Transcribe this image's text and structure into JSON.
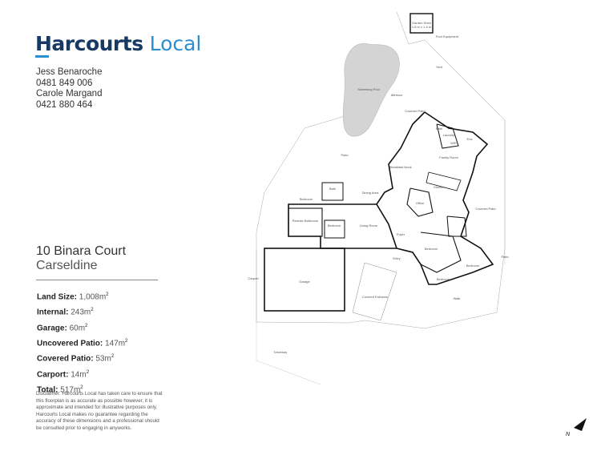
{
  "brand": {
    "name": "Harcourts",
    "suffix": "Local",
    "primary_color": "#173a63",
    "accent_color": "#2a8fd0"
  },
  "agents": [
    {
      "name": "Jess Benaroche",
      "phone": "0481 849 006"
    },
    {
      "name": "Carole Margand",
      "phone": "0421 880 464"
    }
  ],
  "address": {
    "street": "10 Binara Court",
    "suburb": "Carseldine"
  },
  "stats": [
    {
      "label": "Land Size:",
      "value": "1,008m",
      "sup": "2"
    },
    {
      "label": "Internal:",
      "value": "243m",
      "sup": "2"
    },
    {
      "label": "Garage:",
      "value": "60m",
      "sup": "2"
    },
    {
      "label": "Uncovered Patio:",
      "value": "147m",
      "sup": "2"
    },
    {
      "label": "Covered Patio:",
      "value": "53m",
      "sup": "2"
    },
    {
      "label": "Carport:",
      "value": "14m",
      "sup": "2"
    },
    {
      "label": "Total:",
      "value": "517m",
      "sup": "2"
    }
  ],
  "disclaimer": "Disclaimer: Harcourts Local has taken care to ensure that this floorplan is as accurate as possible however, it is approximate and intended for illustrative purposes only. Harcourts Local makes no guarantee regarding the accuracy of these dimensions and a professional should be consulted prior to engaging in anyworks.",
  "floorplan": {
    "compass_label": "N",
    "rooms": [
      {
        "name": "Garden Shed",
        "dims": "1.8 m x 1.4 m"
      },
      {
        "name": "Pool Equipment",
        "dims": ""
      },
      {
        "name": "Yard",
        "dims": ""
      },
      {
        "name": "Swimming Pool",
        "dims": ""
      },
      {
        "name": "Patio",
        "dims": ""
      },
      {
        "name": "Alfresco",
        "dims": ""
      },
      {
        "name": "Covered Patio",
        "dims": ""
      },
      {
        "name": "Bath",
        "dims": ""
      },
      {
        "name": "Laundry",
        "dims": ""
      },
      {
        "name": "Ens",
        "dims": ""
      },
      {
        "name": "WIR",
        "dims": ""
      },
      {
        "name": "Family Room",
        "dims": ""
      },
      {
        "name": "Breakfast Nook",
        "dims": ""
      },
      {
        "name": "Kitchen",
        "dims": ""
      },
      {
        "name": "Dining Area",
        "dims": ""
      },
      {
        "name": "Office",
        "dims": ""
      },
      {
        "name": "Covered Patio",
        "dims": ""
      },
      {
        "name": "Patio",
        "dims": ""
      },
      {
        "name": "Bath",
        "dims": ""
      },
      {
        "name": "Bedroom",
        "dims": ""
      },
      {
        "name": "Remote Bathroom",
        "dims": ""
      },
      {
        "name": "Bedroom",
        "dims": ""
      },
      {
        "name": "Living Room",
        "dims": ""
      },
      {
        "name": "Foyer",
        "dims": ""
      },
      {
        "name": "Entry",
        "dims": ""
      },
      {
        "name": "Garage",
        "dims": ""
      },
      {
        "name": "Carport",
        "dims": ""
      },
      {
        "name": "Bedroom",
        "dims": ""
      },
      {
        "name": "Bedroom",
        "dims": ""
      },
      {
        "name": "Bedroom",
        "dims": ""
      },
      {
        "name": "Walk",
        "dims": ""
      },
      {
        "name": "Covered Entrance",
        "dims": ""
      },
      {
        "name": "Driveway",
        "dims": ""
      }
    ]
  }
}
